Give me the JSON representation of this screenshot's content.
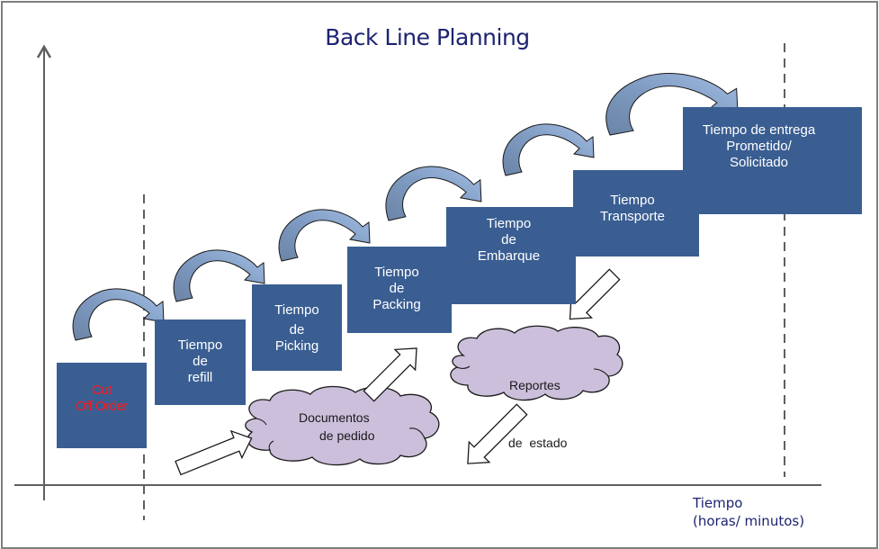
{
  "title": "Back Line Planning",
  "steps": [
    {
      "id": "cut-off-order",
      "lines": [
        "Cut",
        "Off Order"
      ],
      "text_color": "#ff1a1a"
    },
    {
      "id": "tiempo-refill",
      "lines": [
        "Tiempo",
        "de",
        "refill"
      ]
    },
    {
      "id": "tiempo-picking",
      "lines": [
        "Tiempo",
        "de",
        "Picking"
      ]
    },
    {
      "id": "tiempo-packing",
      "lines": [
        "Tiempo",
        "de",
        "Packing"
      ]
    },
    {
      "id": "tiempo-embarque",
      "lines": [
        "Tiempo",
        "de",
        "Embarque"
      ]
    },
    {
      "id": "tiempo-transporte",
      "lines": [
        "Tiempo",
        "Transporte"
      ]
    },
    {
      "id": "tiempo-entrega",
      "lines": [
        "Tiempo de entrega",
        "Prometido/",
        "Solicitado"
      ]
    }
  ],
  "clouds": [
    {
      "id": "documentos-de-pedido",
      "lines": [
        "Documentos",
        "de pedido"
      ]
    },
    {
      "id": "reportes-de-estado",
      "lines": [
        "Reportes",
        "de  estado"
      ]
    }
  ],
  "x_axis_label": {
    "line1": "Tiempo",
    "line2": "(horas/ minutos)"
  },
  "colors": {
    "title": "#1d2371",
    "box_fill": "#3a5e92",
    "box_text": "#ffffff",
    "cut_off_text": "#ff1a1a",
    "cloud_fill": "#cbbfdb",
    "arrow_dark": "#6b84a6",
    "arrow_light": "#9bb6dc",
    "axis": "#5f5f5f"
  }
}
